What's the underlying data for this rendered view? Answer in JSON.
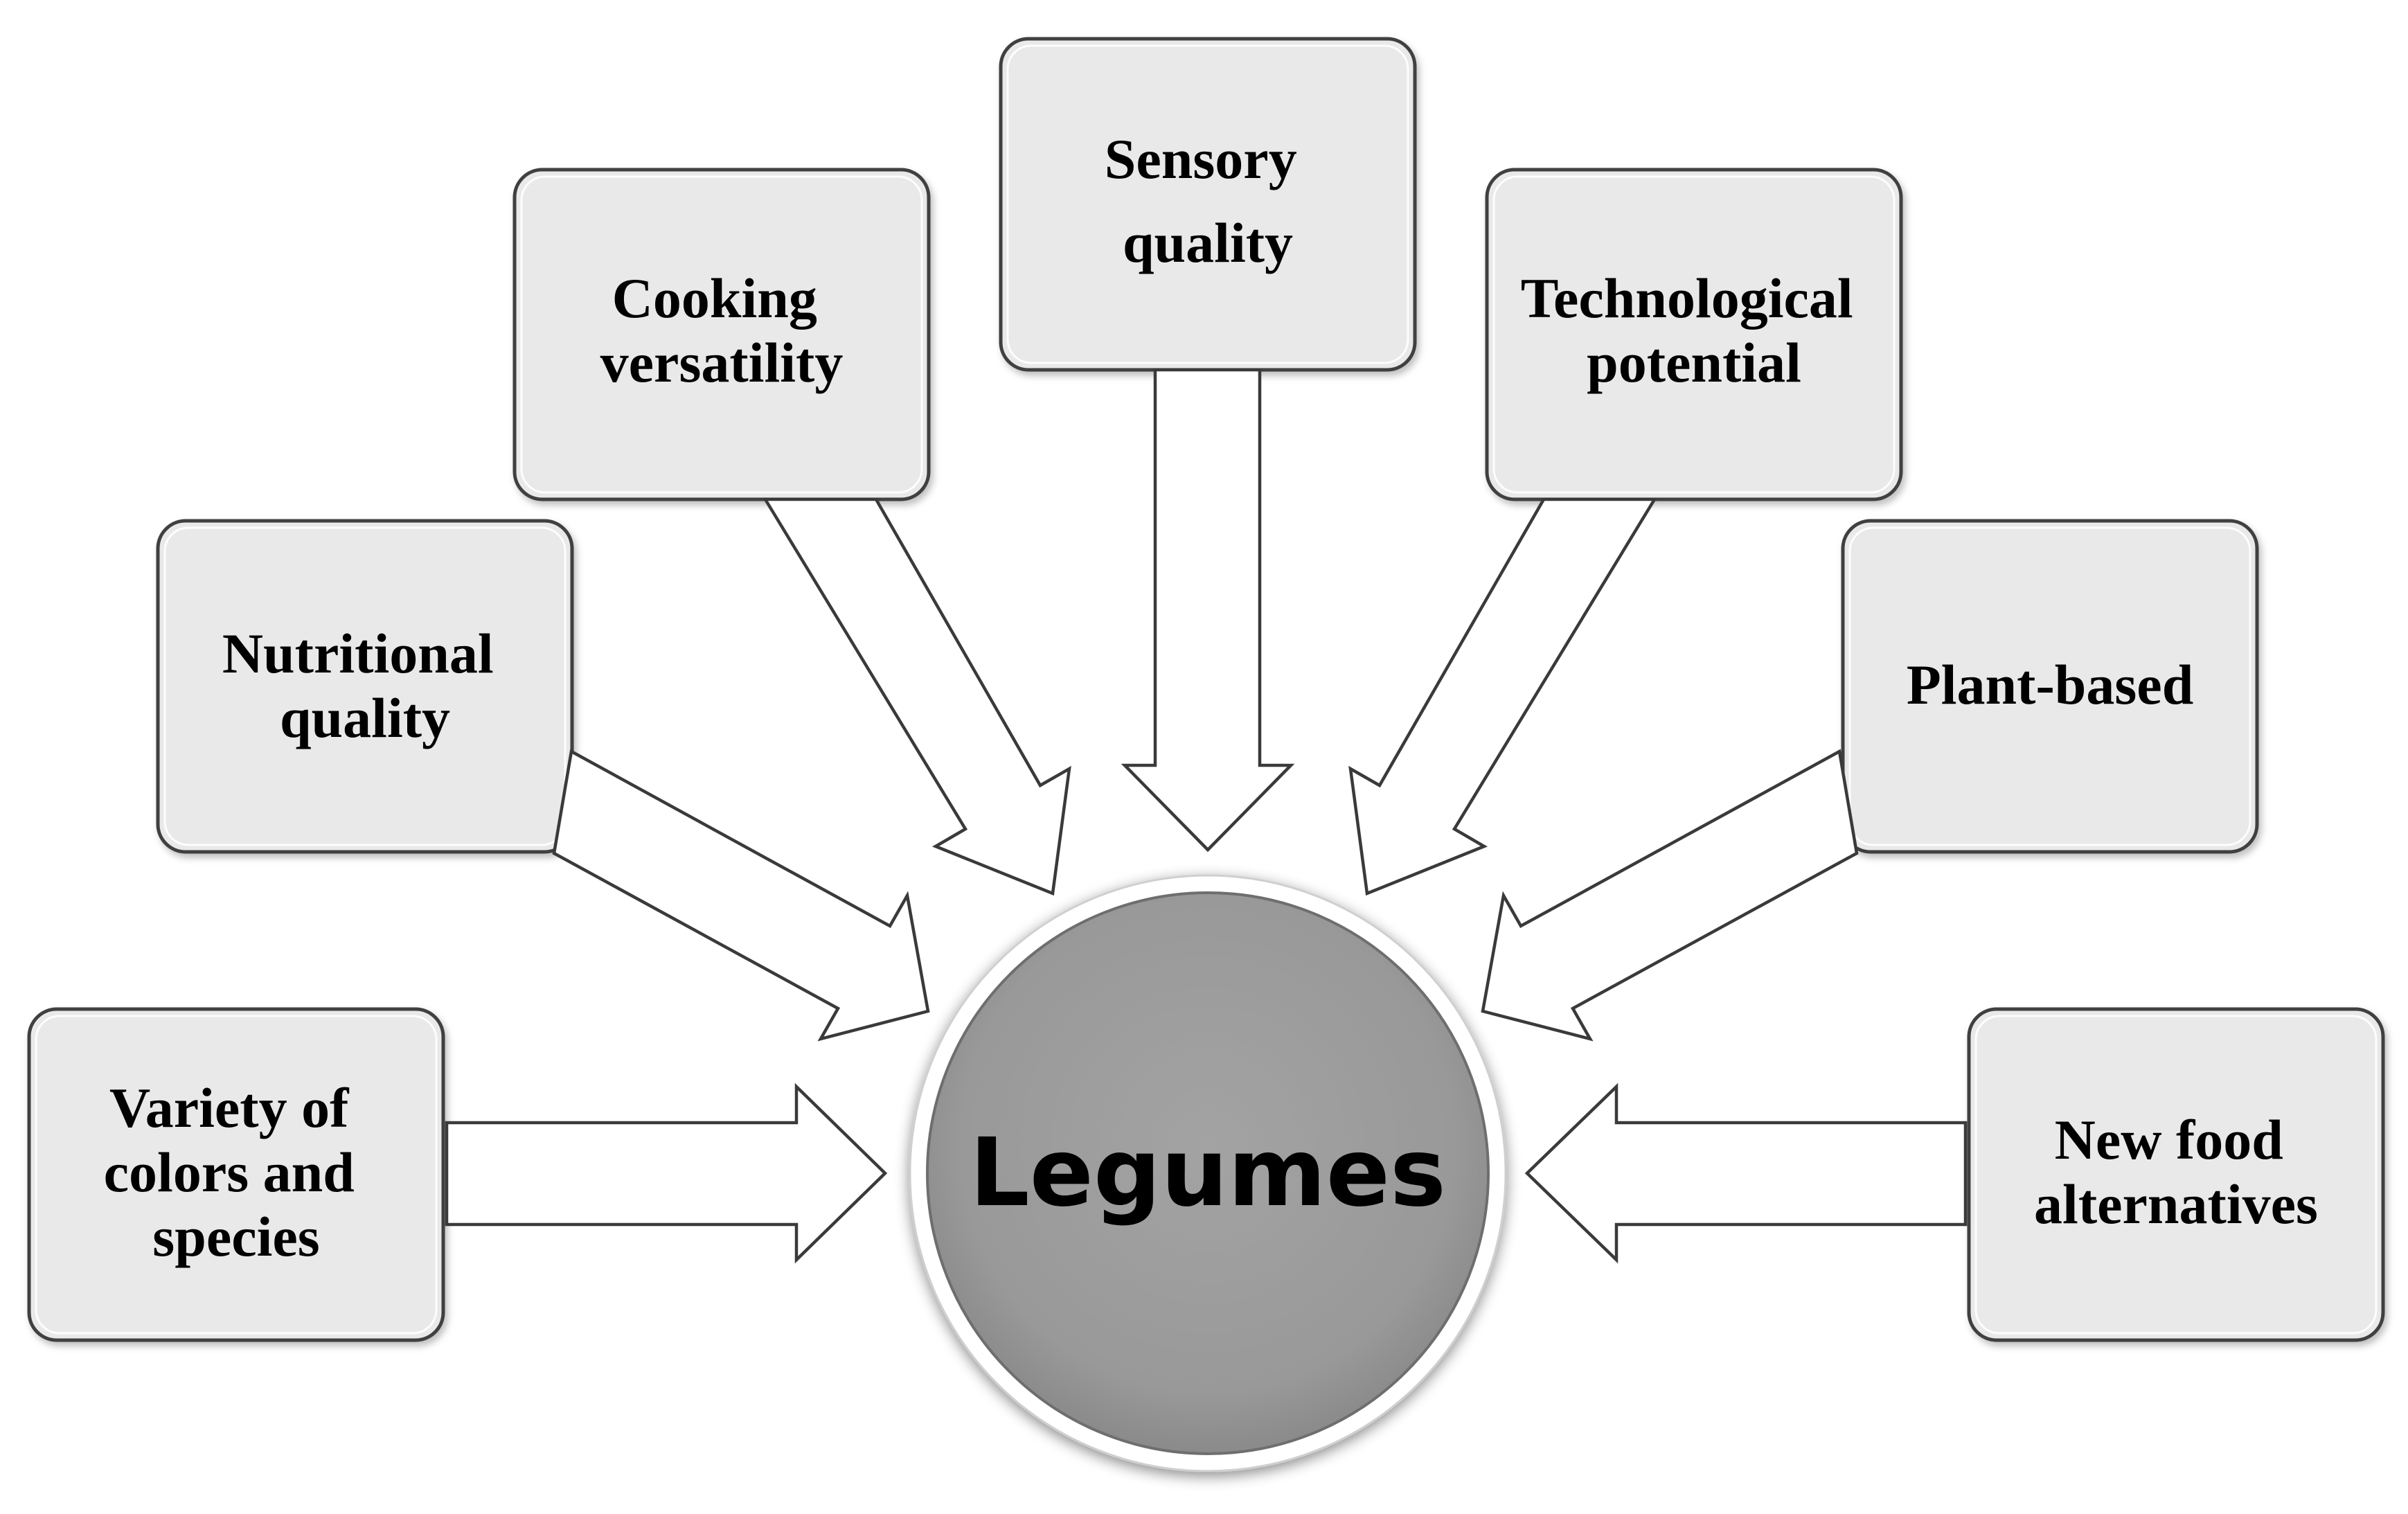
{
  "center": {
    "label": "Legumes"
  },
  "nodes": {
    "variety": {
      "lines": [
        "Variety of",
        "colors and",
        "species"
      ]
    },
    "nutritional": {
      "lines": [
        "Nutritional",
        "quality"
      ]
    },
    "cooking": {
      "lines": [
        "Cooking",
        "versatility"
      ]
    },
    "sensory": {
      "lines": [
        "Sensory",
        "quality"
      ]
    },
    "technological": {
      "lines": [
        "Technological",
        "potential"
      ]
    },
    "plant": {
      "lines": [
        "Plant-based"
      ]
    },
    "newfood": {
      "lines": [
        "New food",
        "alternatives"
      ]
    }
  },
  "colors": {
    "box_fill": "#e9e9e9",
    "box_stroke": "#404040",
    "circle_fill": "#9a9a9a",
    "circle_ring": "#ffffff",
    "arrow_fill": "#ffffff"
  }
}
